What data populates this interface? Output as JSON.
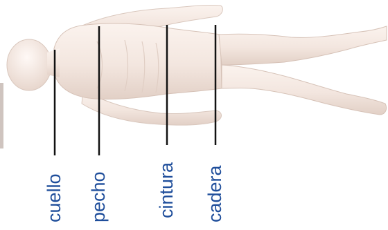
{
  "figure": {
    "subject": "mannequin",
    "label_color": "#1f4e9b",
    "line_color": "#111111",
    "labels": [
      {
        "id": "neck",
        "text": "cuello"
      },
      {
        "id": "chest",
        "text": "pecho"
      },
      {
        "id": "waist",
        "text": "cintura"
      },
      {
        "id": "hip",
        "text": "cadera"
      }
    ]
  }
}
